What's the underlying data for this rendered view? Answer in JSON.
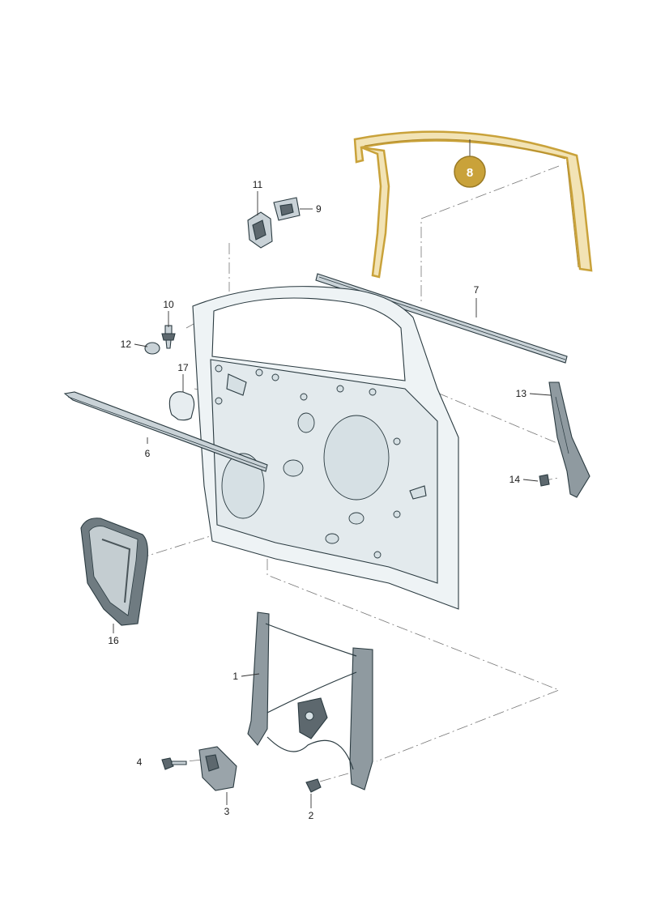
{
  "diagram": {
    "highlighted_part": "8",
    "highlight_color": "#c9a23a",
    "part_labels": {
      "p1": "1",
      "p2": "2",
      "p3": "3",
      "p4": "4",
      "p6": "6",
      "p7": "7",
      "p8": "8",
      "p9": "9",
      "p10": "10",
      "p11": "11",
      "p12": "12",
      "p13": "13",
      "p14": "14",
      "p16": "16",
      "p17": "17"
    }
  }
}
